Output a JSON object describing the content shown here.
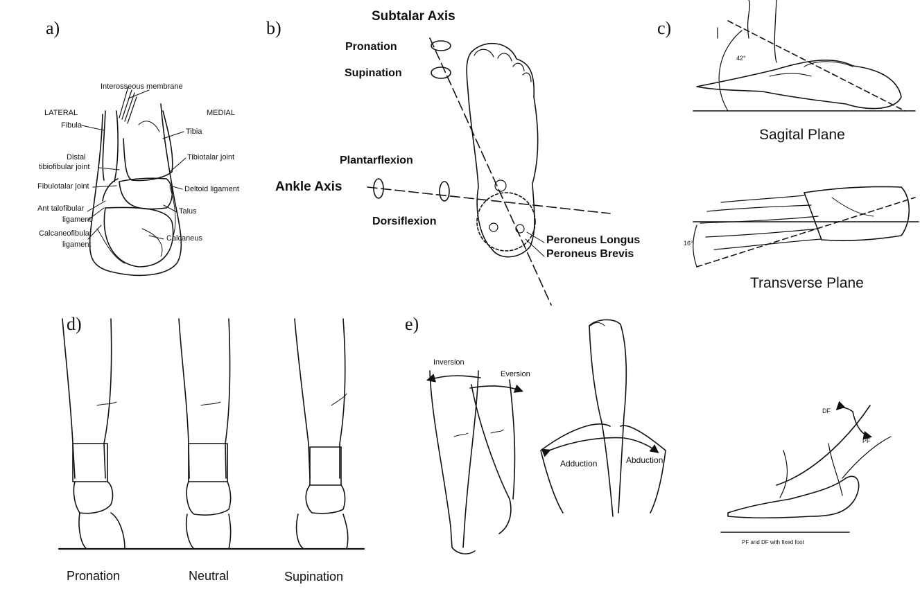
{
  "panels": {
    "a": {
      "letter": "a)",
      "labels": {
        "interosseous": "Interosseous membrane",
        "lateral": "LATERAL",
        "medial": "MEDIAL",
        "fibula": "Fibula",
        "tibia": "Tibia",
        "distal": "Distal",
        "tibiofibular_joint": "tibiofibular joint",
        "tibiotalar_joint": "Tibiotalar joint",
        "fibulotalar_joint": "Fibulotalar joint",
        "deltoid_ligament": "Deltoid ligament",
        "ant_talofibular": "Ant talofibular",
        "ligament_1": "ligament",
        "talus": "Talus",
        "calcaneofibular": "Calcaneofibular",
        "ligament_2": "ligament",
        "calcaneus": "Calcaneus"
      }
    },
    "b": {
      "letter": "b)",
      "labels": {
        "subtalar_axis": "Subtalar Axis",
        "pronation": "Pronation",
        "supination": "Supination",
        "plantarflexion": "Plantarflexion",
        "ankle_axis": "Ankle Axis",
        "dorsiflexion": "Dorsiflexion",
        "peroneus_longus": "Peroneus Longus",
        "peroneus_brevis": "Peroneus Brevis"
      }
    },
    "c": {
      "letter": "c)",
      "labels": {
        "angle_sagittal": "42°",
        "sagittal_plane": "Sagital Plane",
        "angle_transverse": "16°",
        "transverse_plane": "Transverse Plane"
      }
    },
    "d": {
      "letter": "d)",
      "labels": {
        "pronation": "Pronation",
        "neutral": "Neutral",
        "supination": "Supination"
      }
    },
    "e": {
      "letter": "e)",
      "labels": {
        "inversion": "Inversion",
        "eversion": "Eversion",
        "adduction": "Adduction",
        "abduction": "Abduction",
        "df": "DF",
        "pf": "PF",
        "caption": "PF and DF with fixed foot"
      }
    }
  }
}
